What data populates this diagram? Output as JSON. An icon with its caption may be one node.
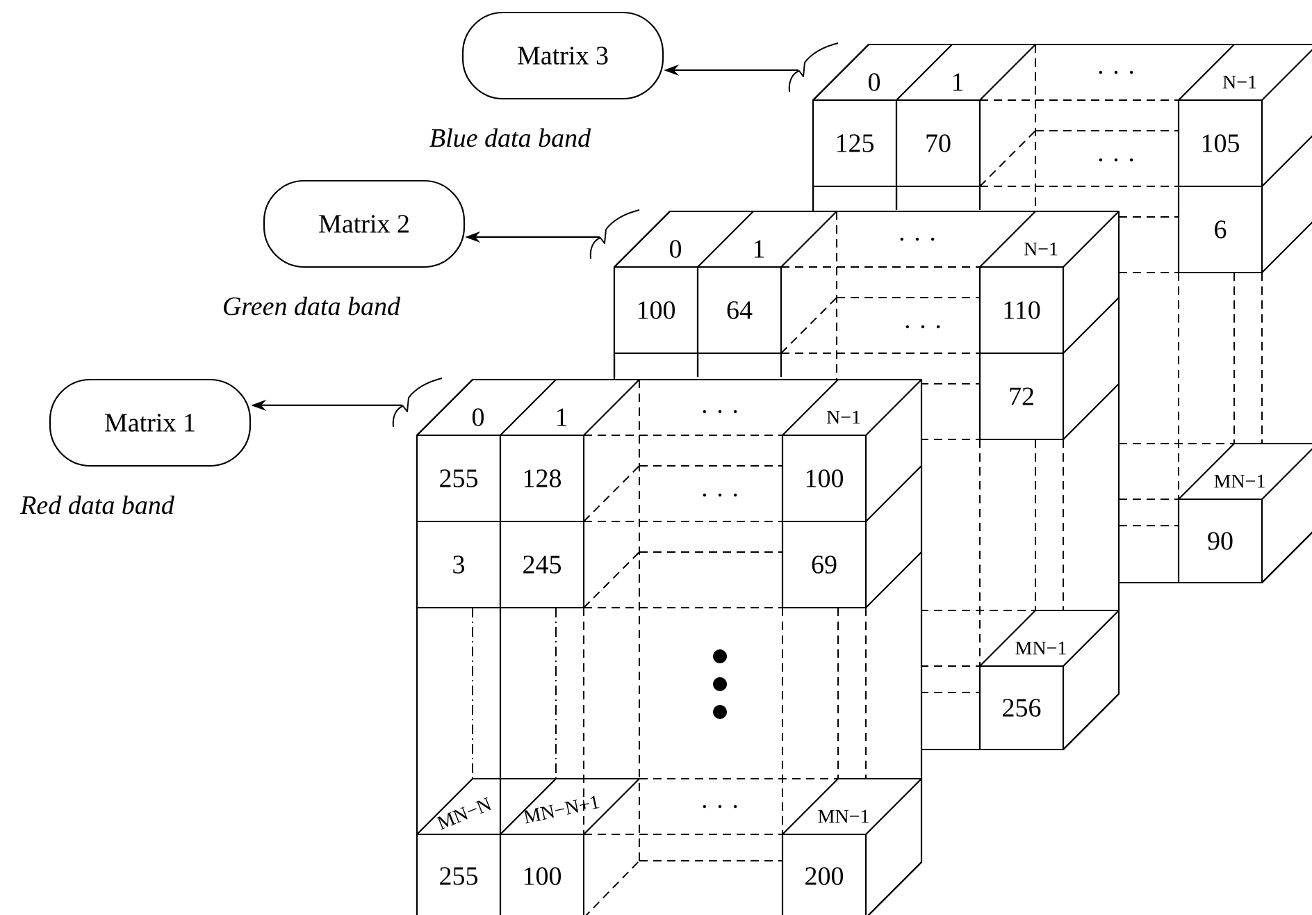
{
  "diagram": {
    "nodes": [
      {
        "text": [
          "Matrix 3"
        ],
        "beside": [
          "Blue data band"
        ]
      },
      {
        "text": [
          "Matrix 2"
        ],
        "beside": [
          "Green data band"
        ]
      },
      {
        "text": [
          "Matrix 1"
        ],
        "beside": [
          "Red data band"
        ]
      },
      {
        "text": [],
        "shape": "box"
      },
      {
        "text": [
          "0",
          "125"
        ],
        "in": 3
      },
      {
        "text": [
          "1",
          "70"
        ],
        "in": 3
      },
      {
        "text": [
          "N−1",
          "105"
        ],
        "in": 3
      },
      {
        "text": [],
        "shape": "box",
        "in": 3
      },
      {
        "text": [],
        "shape": "box",
        "in": 3
      },
      {
        "text": [
          "6"
        ],
        "in": 3
      },
      {
        "text": [
          "MN−1",
          "90"
        ],
        "in": 3
      },
      {
        "text": [],
        "shape": "box"
      },
      {
        "text": [
          "0",
          "100"
        ],
        "in": 11
      },
      {
        "text": [
          "1",
          "64"
        ],
        "in": 11
      },
      {
        "text": [
          "N−1",
          "110"
        ]
      },
      {
        "text": [],
        "shape": "box",
        "in": 11
      },
      {
        "text": [],
        "shape": "box",
        "in": 11
      },
      {
        "text": [
          "72"
        ]
      },
      {
        "text": [
          "MN−1",
          "256"
        ],
        "in": 11
      },
      {
        "text": [],
        "shape": "box"
      },
      {
        "text": [
          "0",
          "255"
        ],
        "in": 19
      },
      {
        "text": [
          "1",
          "128"
        ],
        "in": 19
      },
      {
        "text": [
          "N−1",
          "100"
        ]
      },
      {
        "text": [
          "3"
        ],
        "in": 19
      },
      {
        "text": [
          "245"
        ],
        "in": 19
      },
      {
        "text": [
          "69"
        ]
      },
      {
        "text": [
          "MN−N",
          "255"
        ],
        "in": 19
      },
      {
        "text": [
          "MN−N+1",
          "100"
        ],
        "in": 19
      },
      {
        "text": [
          "MN−1",
          "200"
        ],
        "in": 19
      }
    ],
    "edges": [
      {
        "from": 3,
        "to": 0,
        "arrow": "to"
      },
      {
        "from": 11,
        "to": 1,
        "arrow": "to"
      },
      {
        "from": 19,
        "to": 2,
        "arrow": "to"
      }
    ],
    "labels": [
      ". . .",
      ". . .",
      ". . .",
      ". . .",
      ". . .",
      ". . .",
      ". . ."
    ]
  }
}
